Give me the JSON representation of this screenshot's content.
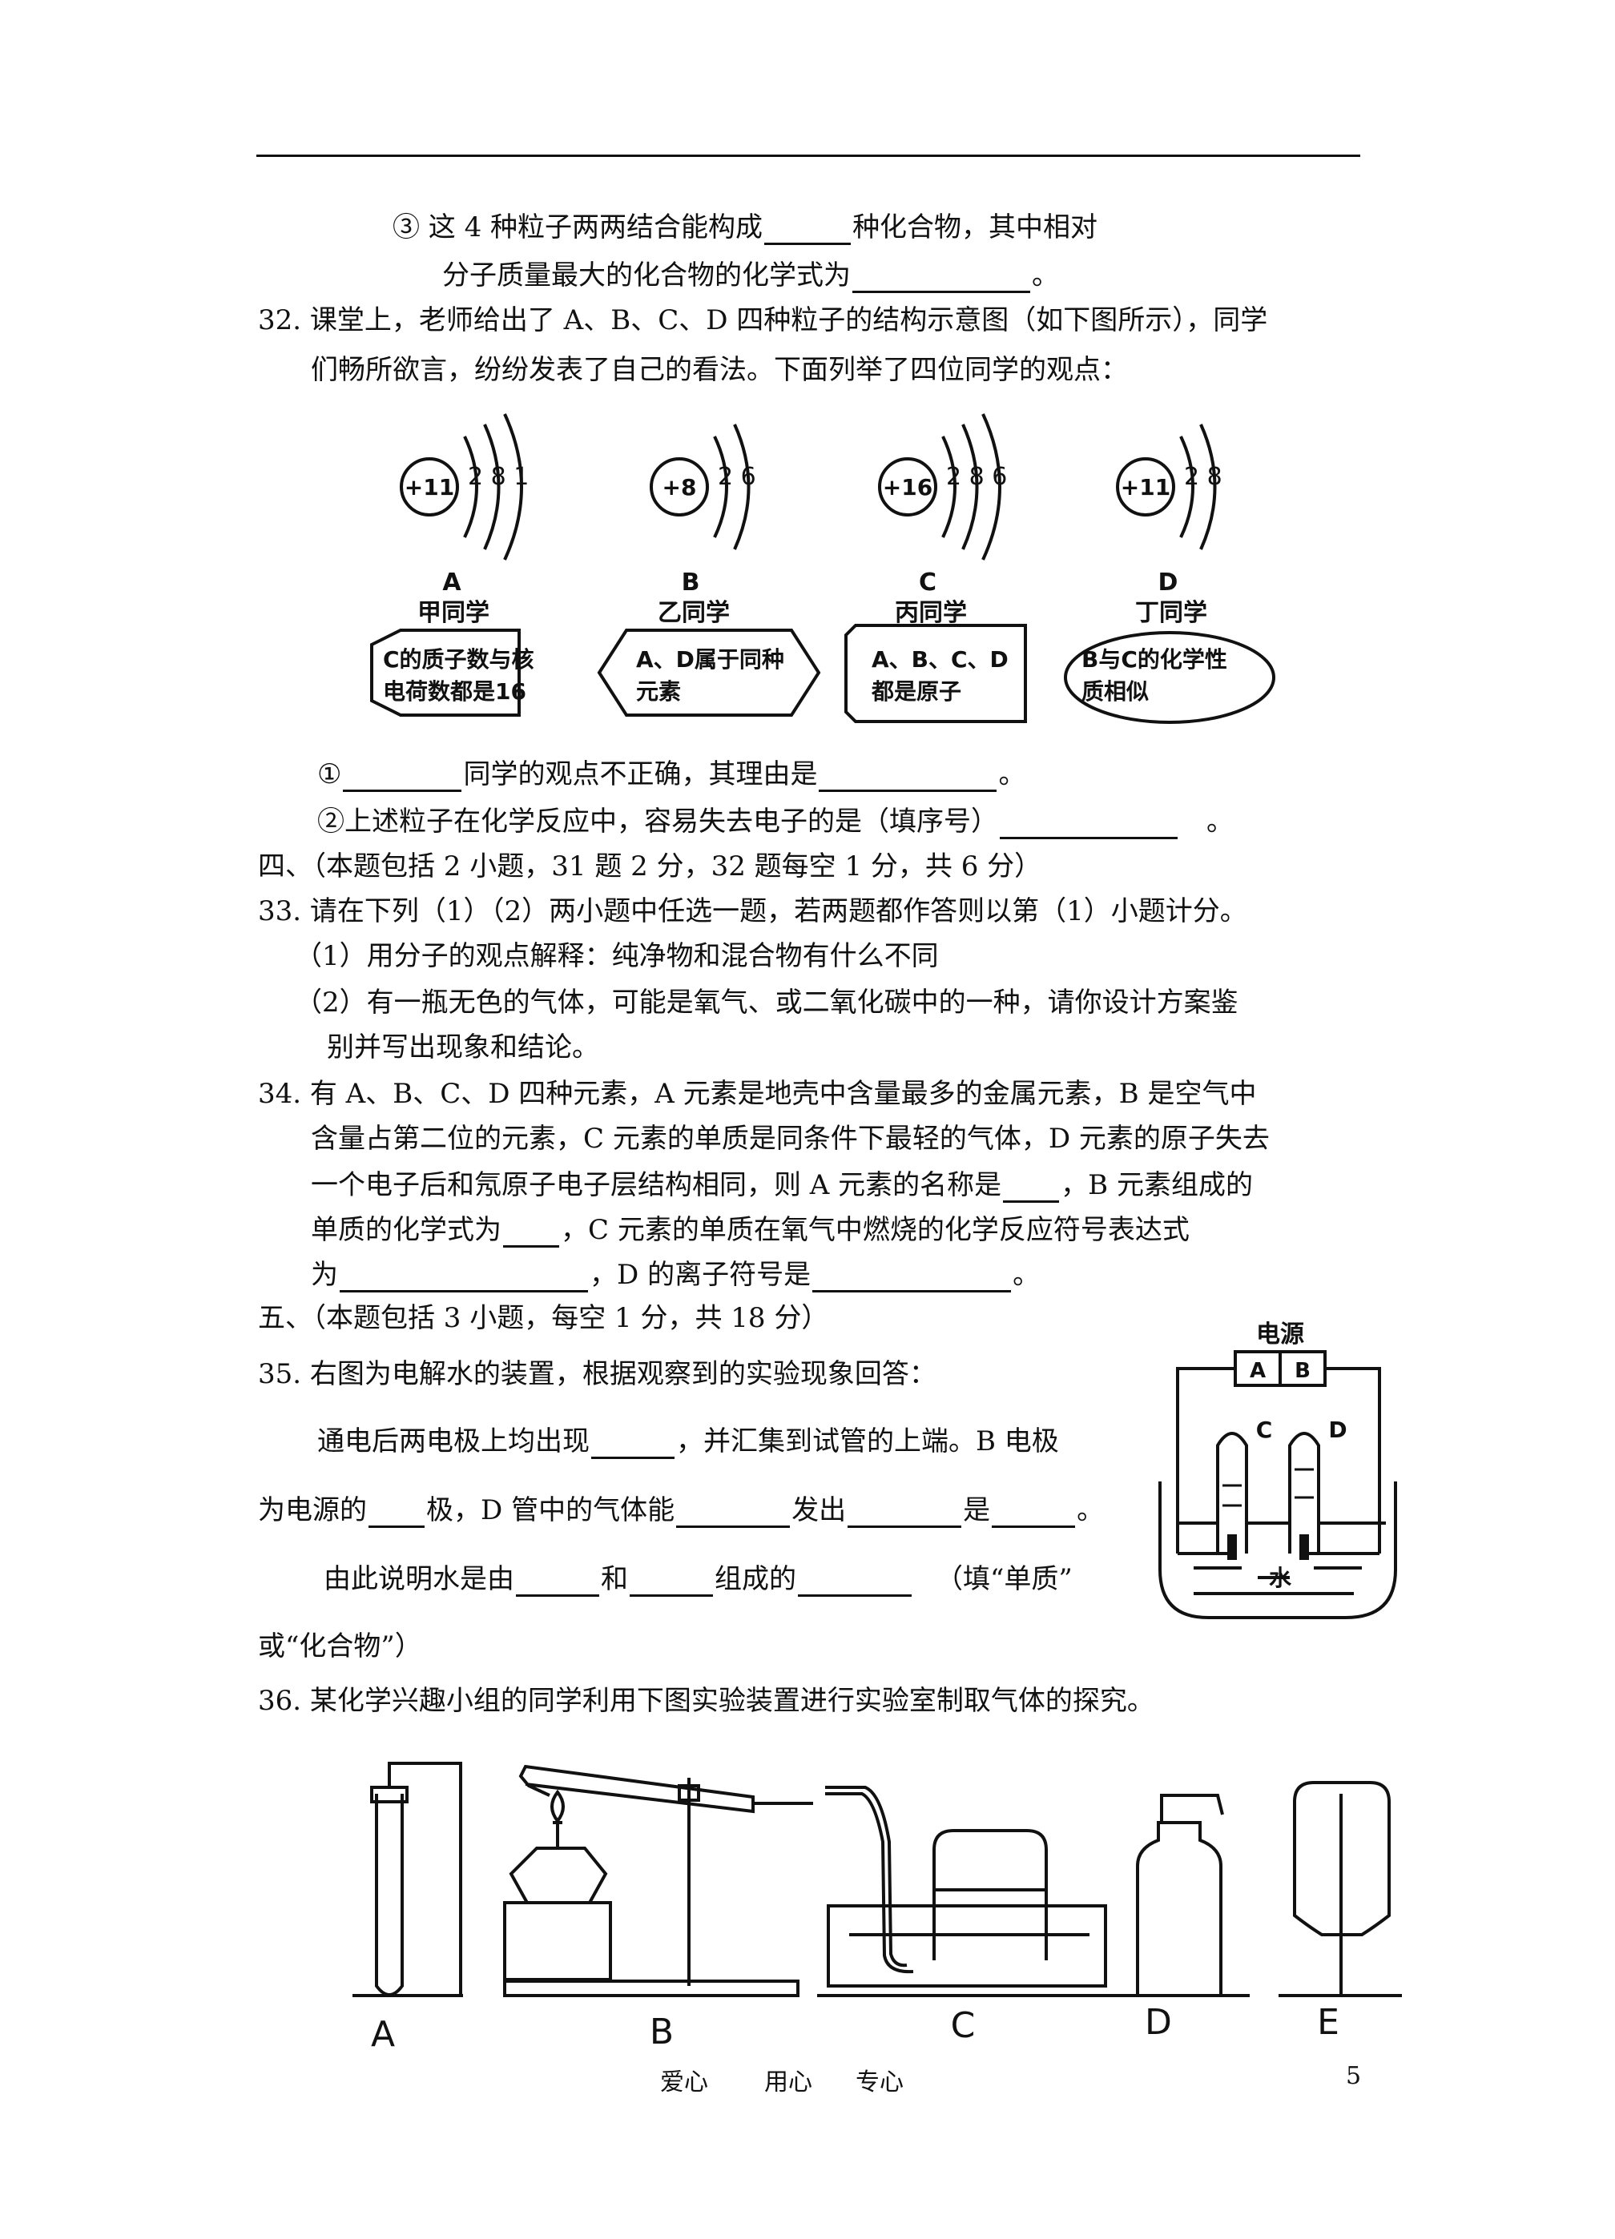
{
  "q31": {
    "part3_a": "③ 这 4 种粒子两两结合能构成",
    "part3_b": "种化合物，其中相对",
    "part3_c": "分子质量最大的化合物的化学式为",
    "part3_end": "。"
  },
  "q32": {
    "stem_1": "32. 课堂上，老师给出了 A、B、C、D 四种粒子的结构示意图（如下图所示），同学",
    "stem_2": "们畅所欲言，纷纷发表了自己的看法。下面列举了四位同学的观点：",
    "particles": [
      {
        "nucleus": "+11",
        "shells": "2 8 1",
        "letter": "A",
        "student": "甲同学",
        "opinion_1": "C的质子数与核",
        "opinion_2": "电荷数都是16"
      },
      {
        "nucleus": "+8",
        "shells": "2 6",
        "letter": "B",
        "student": "乙同学",
        "opinion_1": "A、D属于同种",
        "opinion_2": "元素"
      },
      {
        "nucleus": "+16",
        "shells": "2 8 6",
        "letter": "C",
        "student": "丙同学",
        "opinion_1": "A、B、C、D",
        "opinion_2": "都是原子"
      },
      {
        "nucleus": "+11",
        "shells": "2 8",
        "letter": "D",
        "student": "丁同学",
        "opinion_1": "B与C的化学性",
        "opinion_2": "质相似"
      }
    ],
    "ans1_a": "①",
    "ans1_b": "同学的观点不正确，其理由是",
    "ans1_end": "。",
    "ans2_a": "②上述粒子在化学反应中，容易失去电子的是（填序号）",
    "ans2_end": "。"
  },
  "section4": "四、（本题包括 2 小题，31 题 2 分，32 题每空 1 分，共 6 分）",
  "q33": {
    "l1": "33. 请在下列（1）（2）两小题中任选一题，若两题都作答则以第（1）小题计分。",
    "l2": "（1）用分子的观点解释：纯净物和混合物有什么不同",
    "l3": "（2）有一瓶无色的气体，可能是氧气、或二氧化碳中的一种，请你设计方案鉴",
    "l4": "别并写出现象和结论。"
  },
  "q34": {
    "l1": "34. 有 A、B、C、D 四种元素，A 元素是地壳中含量最多的金属元素，B 是空气中",
    "l2": "含量占第二位的元素，C 元素的单质是同条件下最轻的气体，D 元素的原子失去",
    "l3_a": "一个电子后和氖原子电子层结构相同，则 A 元素的名称是",
    "l3_b": "，B 元素组成的",
    "l4_a": "单质的化学式为",
    "l4_b": "，C 元素的单质在氧气中燃烧的化学反应符号表达式",
    "l5_a": "为",
    "l5_b": "，D 的离子符号是",
    "l5_end": "。"
  },
  "section5": "五、（本题包括 3 小题，每空 1 分，共 18 分）",
  "q35": {
    "l1": "35. 右图为电解水的装置，根据观察到的实验现象回答：",
    "l2_a": "通电后两电极上均出现",
    "l2_b": "，并汇集到试管的上端。B  电极",
    "l3_a": "为电源的",
    "l3_b": "极，D 管中的气体能",
    "l3_c": "发出",
    "l3_d": "是",
    "l3_end": "。",
    "l4_a": "由此说明水是由",
    "l4_b": "和",
    "l4_c": "组成的",
    "l4_d": "（填“单质”",
    "l5": "或“化合物”）",
    "fig_power": "电源",
    "fig_a": "A",
    "fig_b": "B",
    "fig_c": "C",
    "fig_d": "D",
    "fig_water": "水"
  },
  "q36": {
    "l1": "36. 某化学兴趣小组的同学利用下图实验装置进行实验室制取气体的探究。",
    "labels": [
      "A",
      "B",
      "C",
      "D",
      "E"
    ]
  },
  "footer": {
    "slogan_1": "爱心",
    "slogan_2": "用心",
    "slogan_3": "专心",
    "page": "5"
  }
}
